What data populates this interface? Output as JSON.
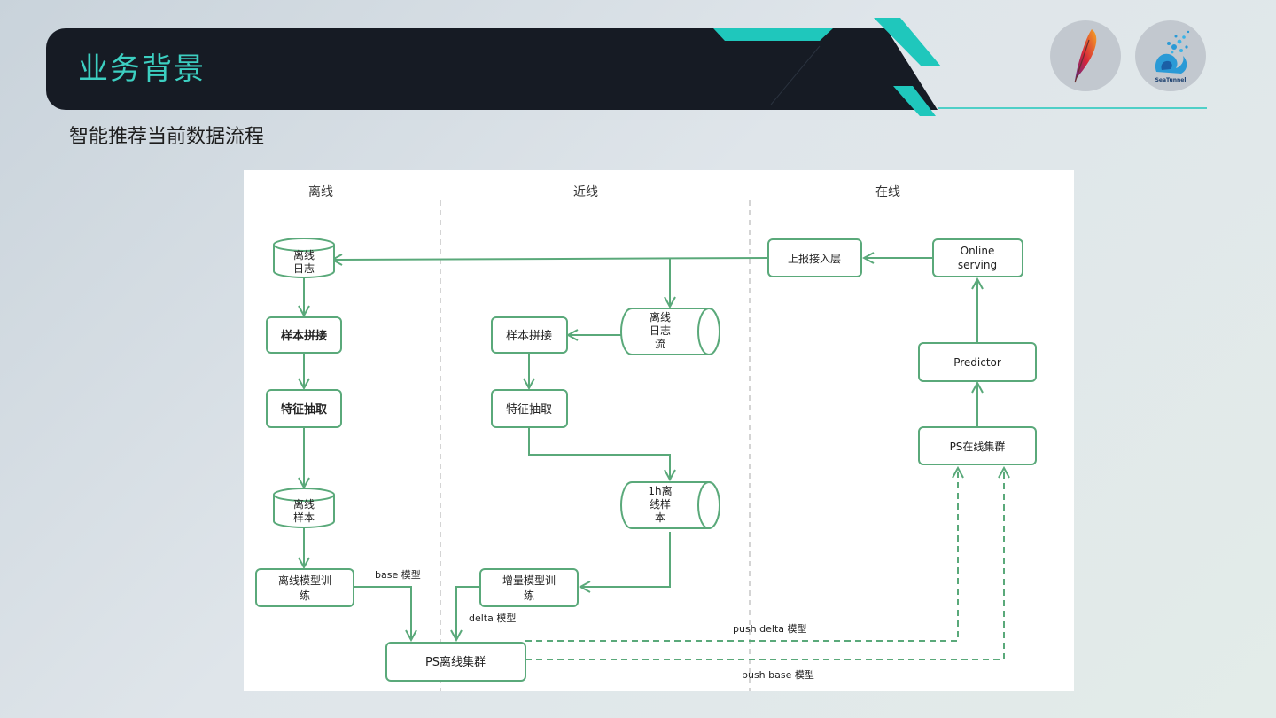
{
  "header": {
    "title": "业务背景",
    "subtitle": "智能推荐当前数据流程"
  },
  "logos": [
    {
      "name": "apache-feather-logo"
    },
    {
      "name": "seatunnel-logo",
      "text": "SeaTunnel"
    }
  ],
  "colors": {
    "accent_teal": "#1fc7bc",
    "header_bg": "#161b24",
    "flow_green": "#5aa97a",
    "title_teal": "#3ccfc1"
  },
  "diagram": {
    "lanes": [
      "离线",
      "近线",
      "在线"
    ],
    "nodes": {
      "offline_log": [
        "离线",
        "日志"
      ],
      "offline_sample_join": "样本拼接",
      "offline_feature_extract": "特征抽取",
      "offline_sample": [
        "离线",
        "样本"
      ],
      "offline_training": [
        "离线模型训",
        "练"
      ],
      "ps_offline_cluster": "PS离线集群",
      "nearline_log_stream": [
        "离线",
        "日志",
        "流"
      ],
      "nearline_sample_join": "样本拼接",
      "nearline_feature_extract": "特征抽取",
      "nearline_1h_sample": [
        "1h离",
        "线样",
        "本"
      ],
      "incremental_training": [
        "增量模型训",
        "练"
      ],
      "report_access_layer": "上报接入层",
      "online_serving": [
        "Online",
        "serving"
      ],
      "predictor": "Predictor",
      "ps_online_cluster": "PS在线集群"
    },
    "edge_labels": {
      "base_model": "base 模型",
      "delta_model": "delta 模型",
      "push_delta": "push delta 模型",
      "push_base": "push base 模型"
    }
  }
}
